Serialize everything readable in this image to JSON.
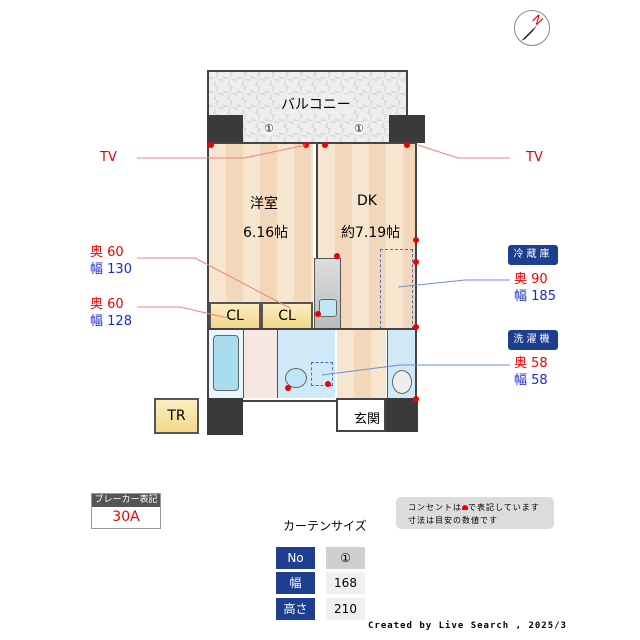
{
  "compass": {
    "label": "N"
  },
  "balcony": {
    "label": "バルコニー",
    "window_no": "①"
  },
  "rooms": {
    "western": {
      "name": "洋室",
      "size": "6.16帖"
    },
    "dk": {
      "name": "DK",
      "size": "約7.19帖"
    },
    "closet": "CL",
    "entrance": "玄関",
    "trunk": "TR"
  },
  "annotations": {
    "tv_left": "TV",
    "tv_right": "TV",
    "cl1": {
      "depth_label": "奥",
      "depth": "60",
      "width_label": "幅",
      "width": "130"
    },
    "cl2": {
      "depth_label": "奥",
      "depth": "60",
      "width_label": "幅",
      "width": "128"
    },
    "fridge": {
      "title": "冷蔵庫",
      "depth_label": "奥",
      "depth": "90",
      "width_label": "幅",
      "width": "185"
    },
    "washer": {
      "title": "洗濯機",
      "depth_label": "奥",
      "depth": "58",
      "width_label": "幅",
      "width": "58"
    }
  },
  "breaker": {
    "title": "ブレーカー表記",
    "value": "30A"
  },
  "curtain": {
    "title": "カーテンサイズ",
    "headers": [
      "No",
      "幅",
      "高さ"
    ],
    "values": [
      "①",
      "168",
      "210"
    ]
  },
  "note": {
    "line1_before": "コンセントは",
    "line1_after": "で表記しています",
    "line2": "寸法は目安の数値です"
  },
  "credit": "Created by Live Search , 2025/3",
  "colors": {
    "outlet": "#e00000",
    "badge": "#1e3f8f",
    "accent_red": "#ff0000"
  }
}
